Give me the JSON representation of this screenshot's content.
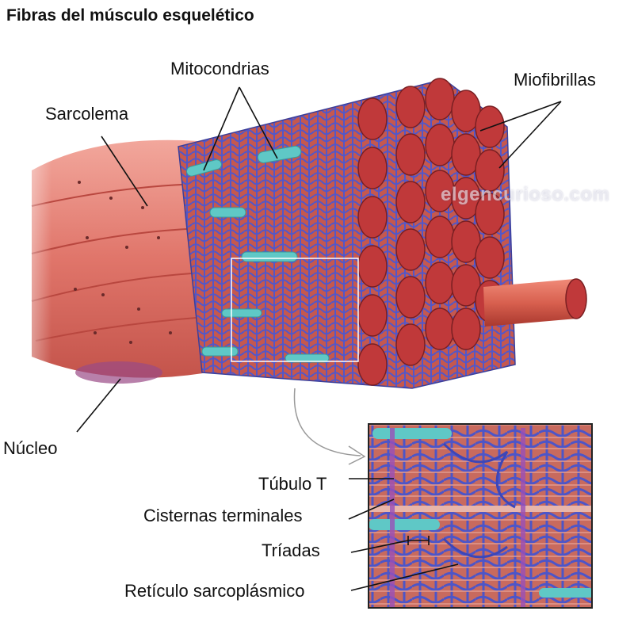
{
  "title": "Fibras del músculo esquelético",
  "watermark": "elgencurioso.com",
  "labels": {
    "mitocondrias": "Mitocondrias",
    "miofibrillas": "Miofibrillas",
    "sarcolema": "Sarcolema",
    "nucleo": "Núcleo",
    "tubulo_t": "Túbulo T",
    "cisternas": "Cisternas terminales",
    "triadas": "Tríadas",
    "reticulo": "Retículo sarcoplásmico"
  },
  "colors": {
    "fiber": "#d9675c",
    "fiber_dark": "#b8443d",
    "myofibril": "#c0393a",
    "reticulum": "#5a5fc8",
    "mitochondria": "#5cc8c8",
    "inset_border": "#222222"
  }
}
